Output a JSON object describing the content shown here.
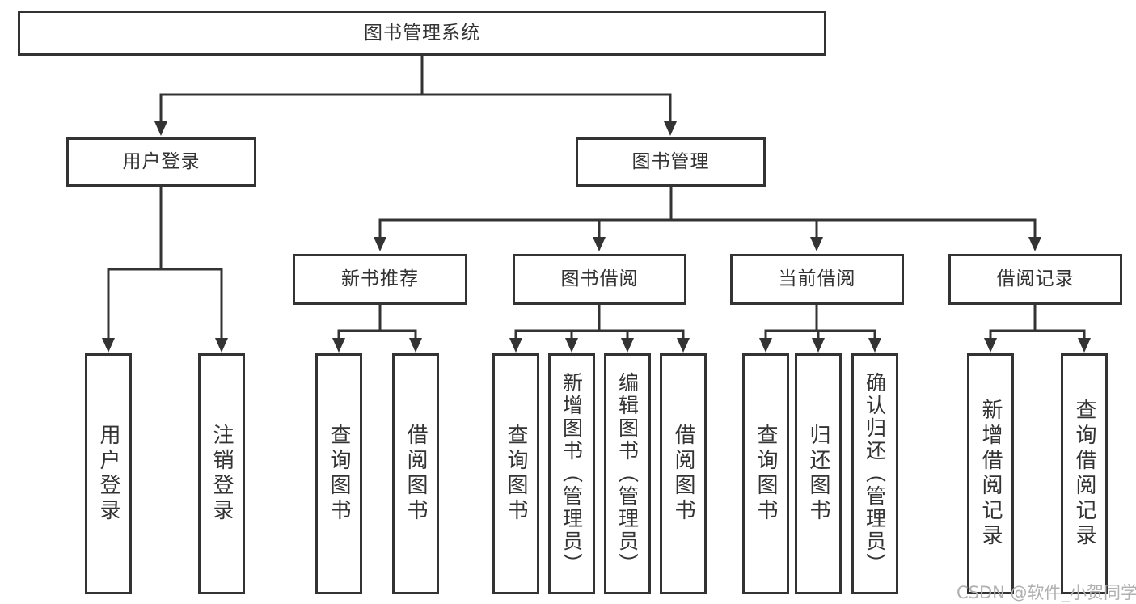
{
  "tree": {
    "label": "图书管理系统",
    "children": [
      {
        "label": "用户登录",
        "children": [
          {
            "label": "用户登录"
          },
          {
            "label": "注销登录"
          }
        ]
      },
      {
        "label": "图书管理",
        "children": [
          {
            "label": "新书推荐",
            "children": [
              {
                "label": "查询图书"
              },
              {
                "label": "借阅图书"
              }
            ]
          },
          {
            "label": "图书借阅",
            "children": [
              {
                "label": "查询图书"
              },
              {
                "label": "新增图书（管理员）"
              },
              {
                "label": "编辑图书（管理员）"
              },
              {
                "label": "借阅图书"
              }
            ]
          },
          {
            "label": "当前借阅",
            "children": [
              {
                "label": "查询图书"
              },
              {
                "label": "归还图书"
              },
              {
                "label": "确认归还（管理员）"
              }
            ]
          },
          {
            "label": "借阅记录",
            "children": [
              {
                "label": "新增借阅记录"
              },
              {
                "label": "查询借阅记录"
              }
            ]
          }
        ]
      }
    ]
  },
  "watermark": "CSDN @软件_小贺同学",
  "colors": {
    "line": "#333333",
    "text": "#333333",
    "box_background": "#ffffff",
    "page_background": "#ffffff",
    "watermark": "#b0b0b0"
  }
}
